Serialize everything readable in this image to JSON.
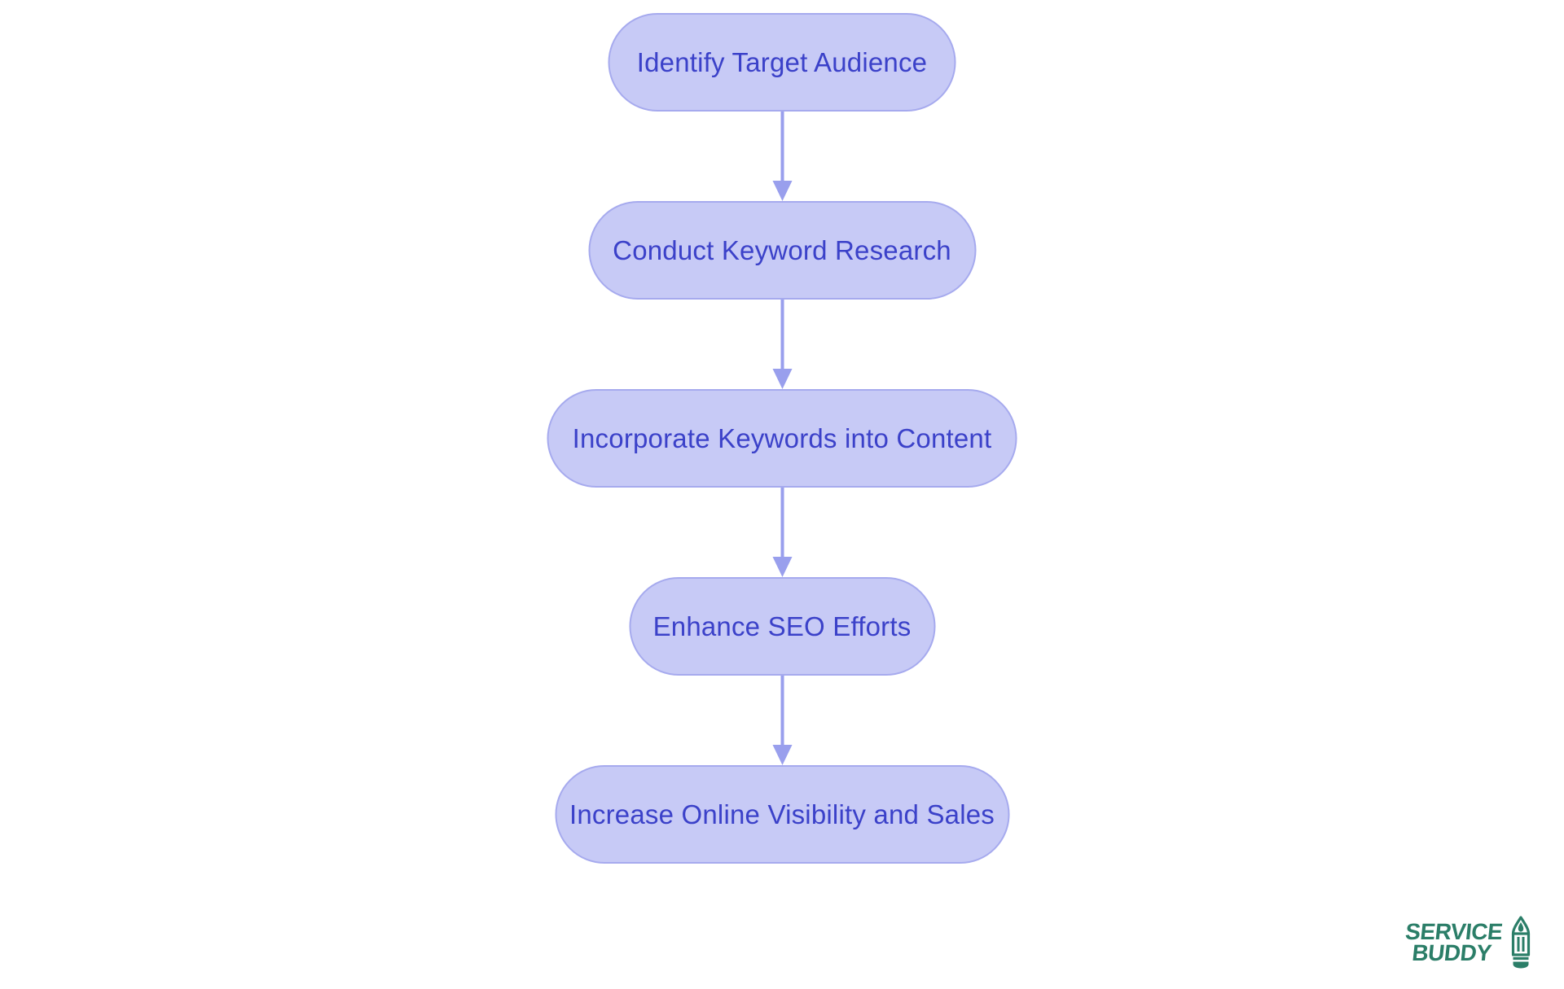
{
  "diagram": {
    "type": "flowchart",
    "direction": "top-to-bottom",
    "nodes": [
      {
        "id": 1,
        "label": "Identify Target Audience"
      },
      {
        "id": 2,
        "label": "Conduct Keyword Research"
      },
      {
        "id": 3,
        "label": "Incorporate Keywords into Content"
      },
      {
        "id": 4,
        "label": "Enhance SEO Efforts"
      },
      {
        "id": 5,
        "label": "Increase Online Visibility and Sales"
      }
    ],
    "edges": [
      {
        "from": 1,
        "to": 2
      },
      {
        "from": 2,
        "to": 3
      },
      {
        "from": 3,
        "to": 4
      },
      {
        "from": 4,
        "to": 5
      }
    ]
  },
  "theme": {
    "node_fill": "#c7caf6",
    "node_border": "#a6aaee",
    "node_text": "#3b41c9",
    "arrow": "#999fed",
    "logo_green": "#2b7e68",
    "page_bg": "#ffffff"
  },
  "logo": {
    "line1": "SERVICE",
    "line2": "BUDDY",
    "icon": "pencil-icon"
  }
}
